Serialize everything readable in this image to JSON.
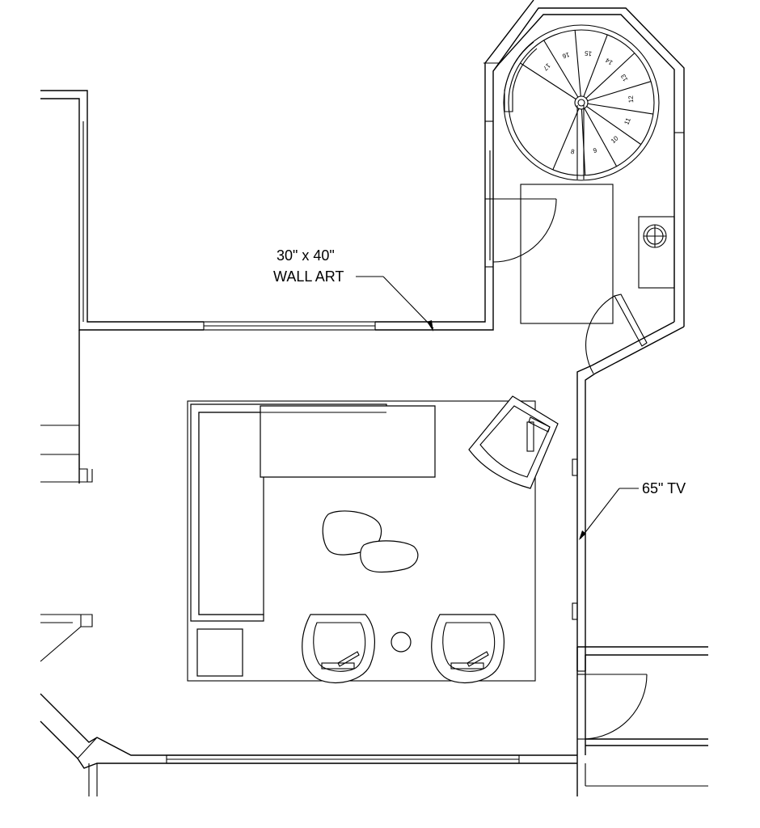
{
  "annotations": {
    "wall_art_line1": "30\" x 40\"",
    "wall_art_line2": "WALL ART",
    "tv": "65\" TV"
  },
  "stair": {
    "steps": [
      "8",
      "9",
      "10",
      "11",
      "12",
      "13",
      "14",
      "15",
      "16",
      "17"
    ]
  }
}
